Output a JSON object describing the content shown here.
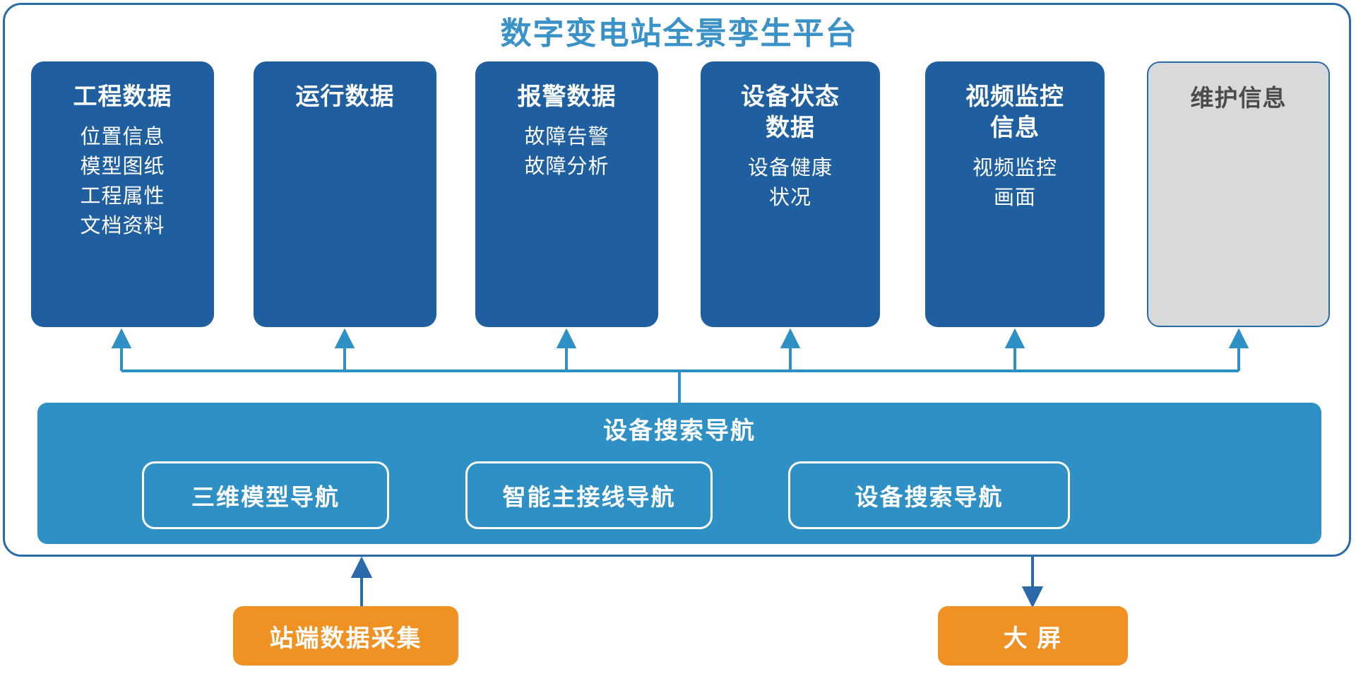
{
  "platform": {
    "title": "数字变电站全景孪生平台",
    "accent_blue": "#3b92c9",
    "card_blue": "#1f5fa0",
    "nav_blue": "#2e90c4",
    "orange": "#ef9123",
    "muted_grey": "#d7d9da",
    "border_blue": "#2a6aa8"
  },
  "cards": [
    {
      "title": "工程数据",
      "items": [
        "位置信息",
        "模型图纸",
        "工程属性",
        "文档资料"
      ],
      "state": "active"
    },
    {
      "title": "运行数据",
      "items": [],
      "state": "active"
    },
    {
      "title": "报警数据",
      "items": [
        "故障告警",
        "故障分析"
      ],
      "state": "active"
    },
    {
      "title": "设备状态\n数据",
      "title_line1": "设备状态",
      "title_line2": "数据",
      "items": [
        "设备健康",
        "状况"
      ],
      "state": "active"
    },
    {
      "title": "视频监控\n信息",
      "title_line1": "视频监控",
      "title_line2": "信息",
      "items": [
        "视频监控",
        "画面"
      ],
      "state": "active"
    },
    {
      "title": "维护信息",
      "items": [],
      "state": "muted"
    }
  ],
  "navigation": {
    "title": "设备搜索导航",
    "buttons": [
      {
        "label": "三维模型导航"
      },
      {
        "label": "智能主接线导航"
      },
      {
        "label": "设备搜索导航"
      }
    ]
  },
  "io": {
    "source": {
      "label": "站端数据采集",
      "arrow": "arrow-up"
    },
    "sink": {
      "label": "大 屏",
      "arrow": "arrow-down"
    }
  },
  "connectors": {
    "bus_label": "card-feed-bus",
    "arrow_count": 6,
    "direction": "up-into-cards"
  }
}
